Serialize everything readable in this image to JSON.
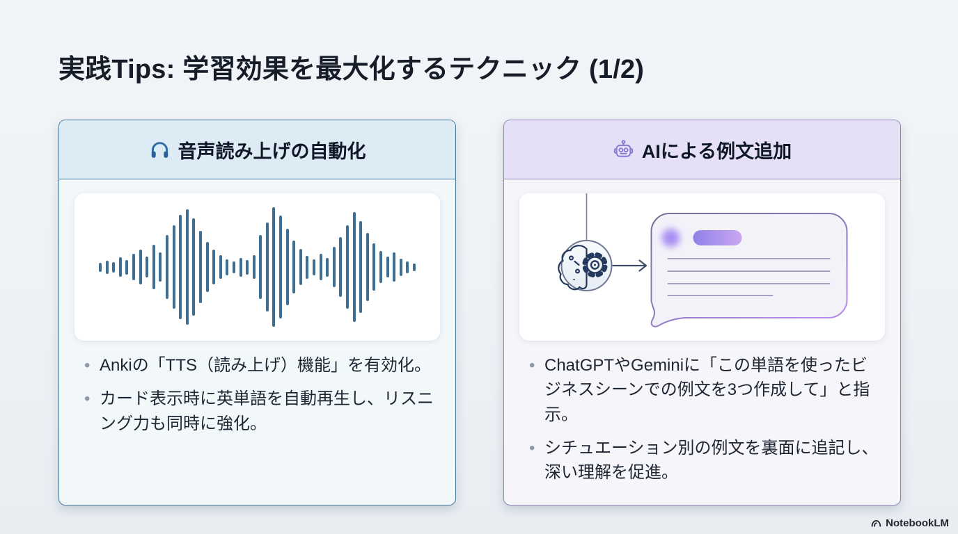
{
  "slide": {
    "title": "実践Tips: 学習効果を最大化するテクニック (1/2)",
    "brand": "NotebookLM",
    "brand_icon": "notebooklm-arc-icon",
    "background_color": "#eef2f6"
  },
  "cards": [
    {
      "title": "音声読み上げの自動化",
      "icon": "headphones-icon",
      "accent": "#4a7a99",
      "header_bg": "#dcebf4",
      "body_bg": "#f2f7fa",
      "bullets": [
        "Ankiの「TTS（読み上げ）機能」を有効化。",
        "カード表示時に英単語を自動再生し、リスニング力も同時に強化。"
      ]
    },
    {
      "title": "AIによる例文追加",
      "icon": "robot-icon",
      "accent": "#8e86b4",
      "header_bg": "#e5e0f6",
      "body_bg": "#f6f5fa",
      "bullets": [
        "ChatGPTやGeminiに「この単語を使ったビジネスシーンでの例文を3つ作成して」と指示。",
        "シチュエーション別の例文を裏面に追記し、深い理解を促進。"
      ]
    }
  ],
  "waveform": {
    "bar_color": "#3e6f93",
    "bar_heights": [
      13,
      19,
      15,
      28,
      21,
      38,
      50,
      30,
      64,
      42,
      92,
      120,
      150,
      166,
      140,
      104,
      72,
      50,
      34,
      23,
      17,
      27,
      21,
      34,
      92,
      128,
      172,
      148,
      110,
      76,
      52,
      33,
      23,
      38,
      27,
      58,
      86,
      120,
      158,
      132,
      98,
      68,
      46,
      30,
      42,
      25,
      17,
      11
    ]
  },
  "illustration": {
    "ai_icon": "brain-gear-icon",
    "bubble_accent": "#a97fe8",
    "pill_gradient": [
      "#9181e8",
      "#c8a7ef"
    ],
    "line_color": "#a89fc2"
  }
}
